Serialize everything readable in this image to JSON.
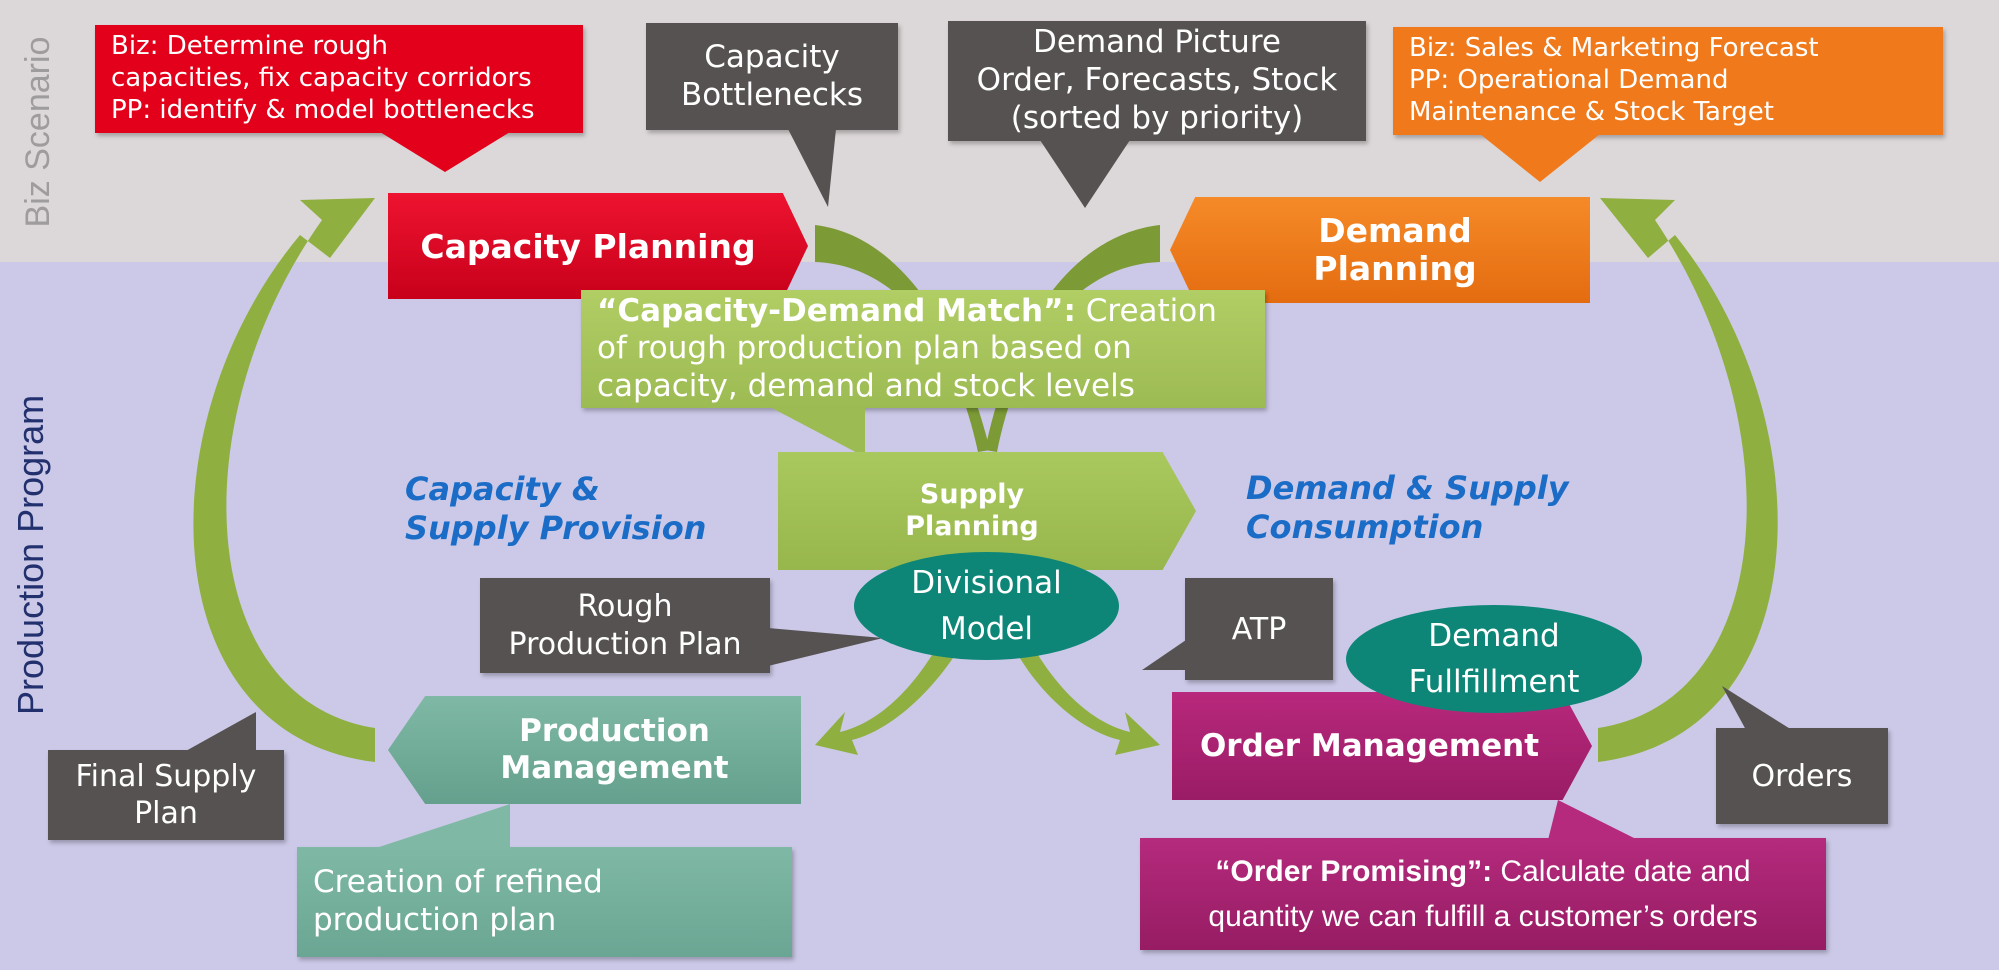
{
  "sections": {
    "biz_scenario": "Biz Scenario",
    "production_program": "Production Program"
  },
  "colors": {
    "red": "#e2001a",
    "orange": "#f07a1b",
    "green_light": "#a1c055",
    "green_arrow": "#7c9b36",
    "teal": "#0d8677",
    "teal_light": "#79b3a0",
    "magenta": "#a5206f",
    "dark_gray": "#575252",
    "blue_text": "#1a6cc7"
  },
  "callouts": {
    "capacity_biz": [
      "Biz: Determine rough",
      "capacities, fix capacity corridors",
      "PP: identify & model bottlenecks"
    ],
    "capacity_bottlenecks": [
      "Capacity",
      "Bottlenecks"
    ],
    "demand_picture": [
      "Demand Picture",
      "Order, Forecasts, Stock",
      "(sorted by priority)"
    ],
    "demand_biz": [
      "Biz: Sales & Marketing Forecast",
      "PP: Operational Demand",
      "Maintenance & Stock Target"
    ],
    "capacity_demand_match": {
      "lead": "“Capacity-Demand Match”:",
      "rest_1": " Creation",
      "line_2": "of rough production plan based on",
      "line_3": "capacity, demand and stock levels"
    },
    "rough_production_plan": [
      "Rough",
      "Production Plan"
    ],
    "atp": "ATP",
    "final_supply_plan": [
      "Final Supply",
      "Plan"
    ],
    "orders": "Orders",
    "refined_plan": [
      "Creation of refined",
      "production plan"
    ],
    "order_promising": {
      "lead": "“Order Promising”:",
      "rest_1": " Calculate date and",
      "line_2": "quantity we can fulfill a customer’s orders"
    }
  },
  "nodes": {
    "capacity_planning": "Capacity Planning",
    "demand_planning": [
      "Demand",
      "Planning"
    ],
    "supply_planning": [
      "Supply",
      "Planning"
    ],
    "production_management": [
      "Production",
      "Management"
    ],
    "order_management": "Order Management",
    "divisional_model": [
      "Divisional",
      "Model"
    ],
    "demand_fulfillment": [
      "Demand",
      "Fullfillment"
    ]
  },
  "labels": {
    "capacity_supply": [
      "Capacity &",
      "Supply Provision"
    ],
    "demand_supply": [
      "Demand & Supply",
      "Consumption"
    ]
  }
}
